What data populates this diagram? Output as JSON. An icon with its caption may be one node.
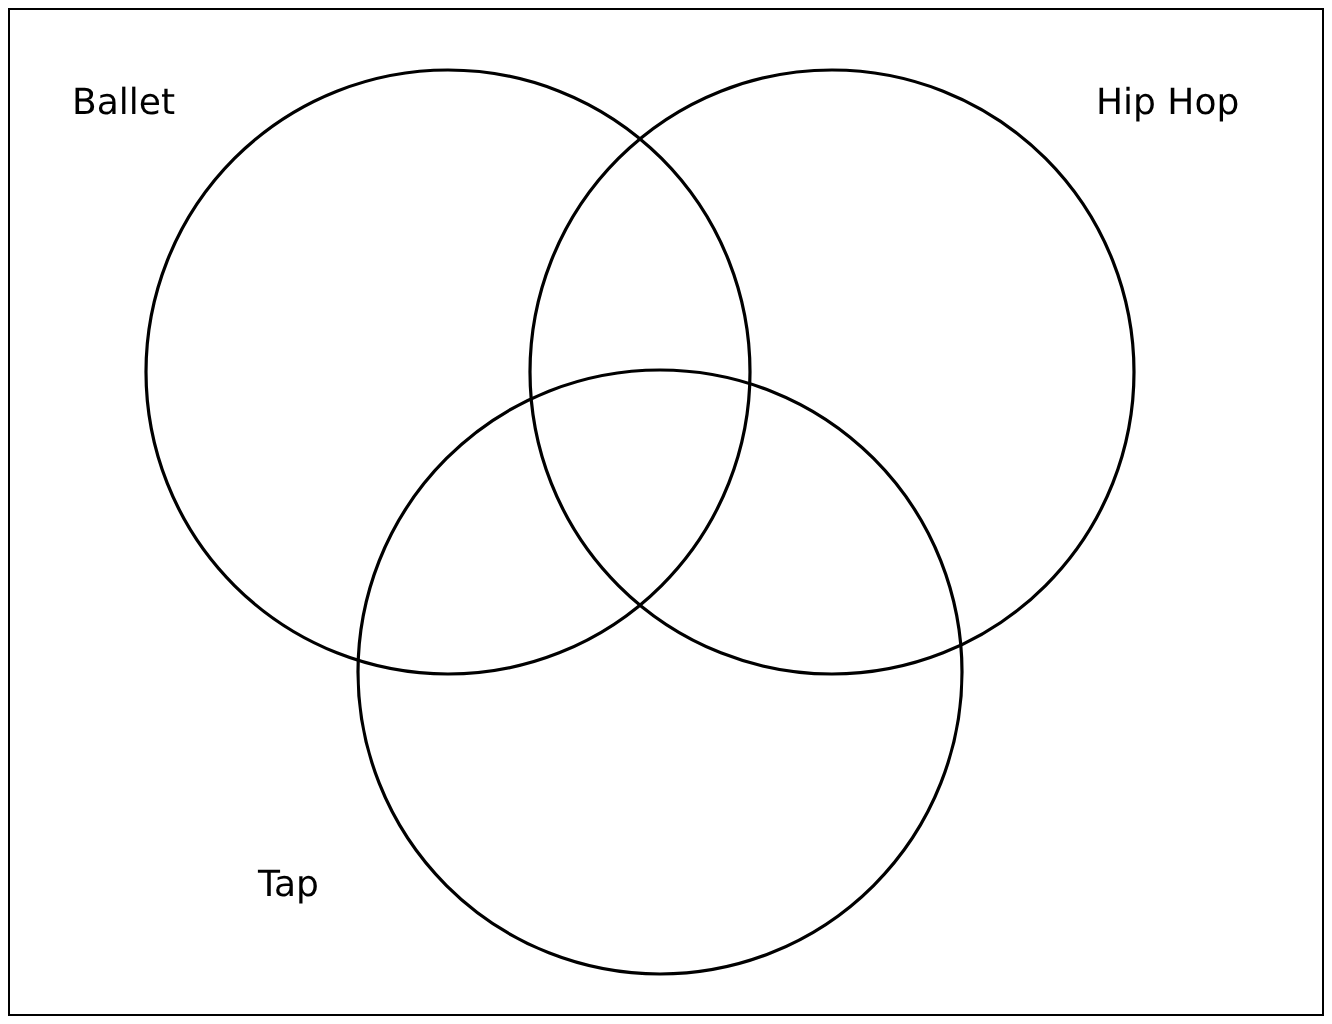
{
  "diagram": {
    "nodes": [
      {
        "text": [
          "Ballet"
        ]
      },
      {
        "text": [
          "Hip Hop"
        ]
      },
      {
        "text": [
          "Tap"
        ]
      }
    ]
  }
}
